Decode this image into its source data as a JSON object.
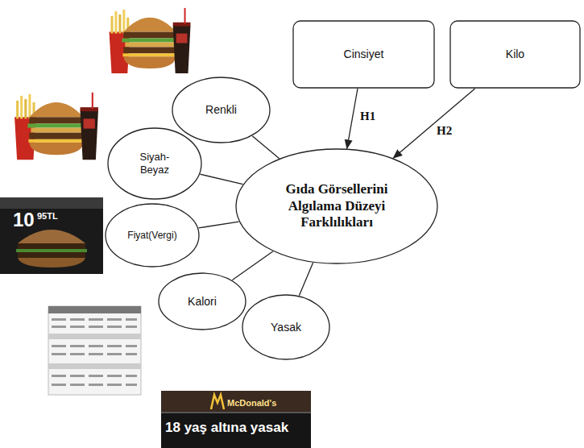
{
  "diagram": {
    "nodes": [
      {
        "text": [
          "Cinsiyet"
        ]
      },
      {
        "text": [
          "Kilo"
        ]
      },
      {
        "text": [
          "Renkli"
        ]
      },
      {
        "text": [
          "Siyah-Beyaz"
        ]
      },
      {
        "text": [
          "Gıda Görsellerini Algılama Düzeyi Farklılıkları"
        ]
      },
      {
        "text": [
          "Fiyat(Vergi)"
        ]
      },
      {
        "text": [
          "Kalori"
        ]
      },
      {
        "text": [
          "Yasak"
        ]
      }
    ],
    "edges": [
      {
        "from": 0,
        "to": 4,
        "arrow": "to",
        "label": "H1"
      },
      {
        "from": 1,
        "to": 4,
        "arrow": "to",
        "label": "H2"
      },
      {
        "from": 2,
        "to": 4,
        "arrow": "none"
      },
      {
        "from": 3,
        "to": 4,
        "arrow": "none"
      },
      {
        "from": 5,
        "to": 4,
        "arrow": "none"
      },
      {
        "from": 6,
        "to": 4,
        "arrow": "none"
      },
      {
        "from": 7,
        "to": 4,
        "arrow": "none"
      }
    ],
    "labels": [
      "10",
      "95TL",
      "McDonald's",
      "18 yaş altına yasak"
    ]
  }
}
